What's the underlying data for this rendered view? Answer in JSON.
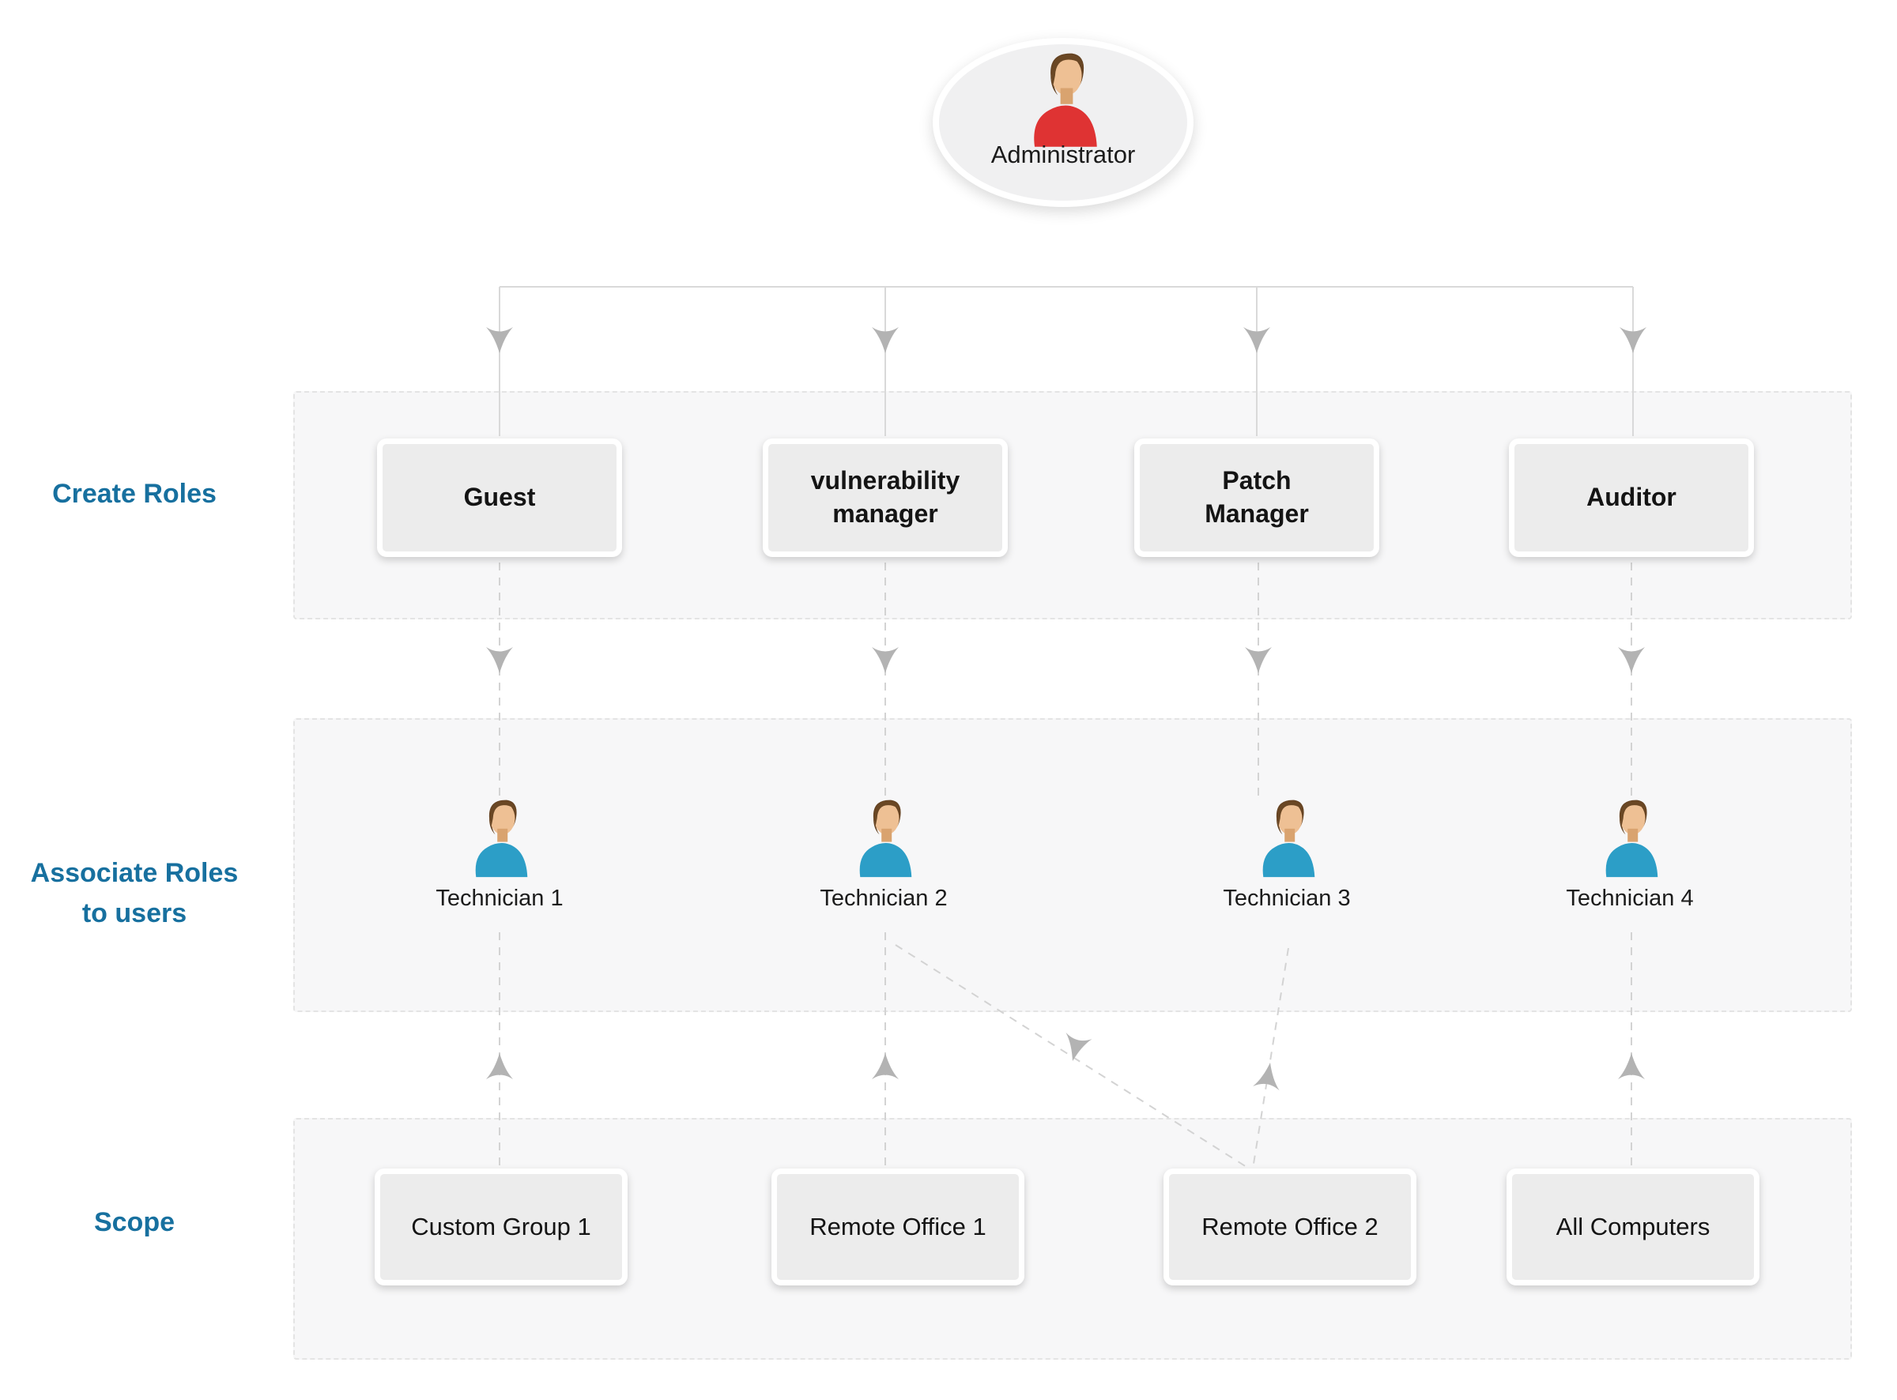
{
  "root": {
    "label": "Administrator"
  },
  "sections": [
    {
      "label": "Create Roles",
      "nodes": [
        {
          "label": "Guest"
        },
        {
          "label": "vulnerability manager"
        },
        {
          "label": "Patch Manager"
        },
        {
          "label": "Auditor"
        }
      ]
    },
    {
      "label": "Associate Roles to users",
      "nodes": [
        {
          "label": "Technician 1"
        },
        {
          "label": "Technician 2"
        },
        {
          "label": "Technician 3"
        },
        {
          "label": "Technician 4"
        }
      ]
    },
    {
      "label": "Scope",
      "nodes": [
        {
          "label": "Custom Group 1"
        },
        {
          "label": "Remote Office 1"
        },
        {
          "label": "Remote Office 2"
        },
        {
          "label": "All Computers"
        }
      ]
    }
  ],
  "colors": {
    "section_label": "#17709f",
    "band_background": "#f7f7f8",
    "band_border": "#e4e4e4",
    "node_background": "#ececec",
    "solid_line": "#d9d9d9",
    "dashed_line": "#d3d3d3",
    "arrowhead": "#b3b3b3",
    "admin_shirt": "#df3333",
    "technician_shirt": "#2c9ec7"
  }
}
